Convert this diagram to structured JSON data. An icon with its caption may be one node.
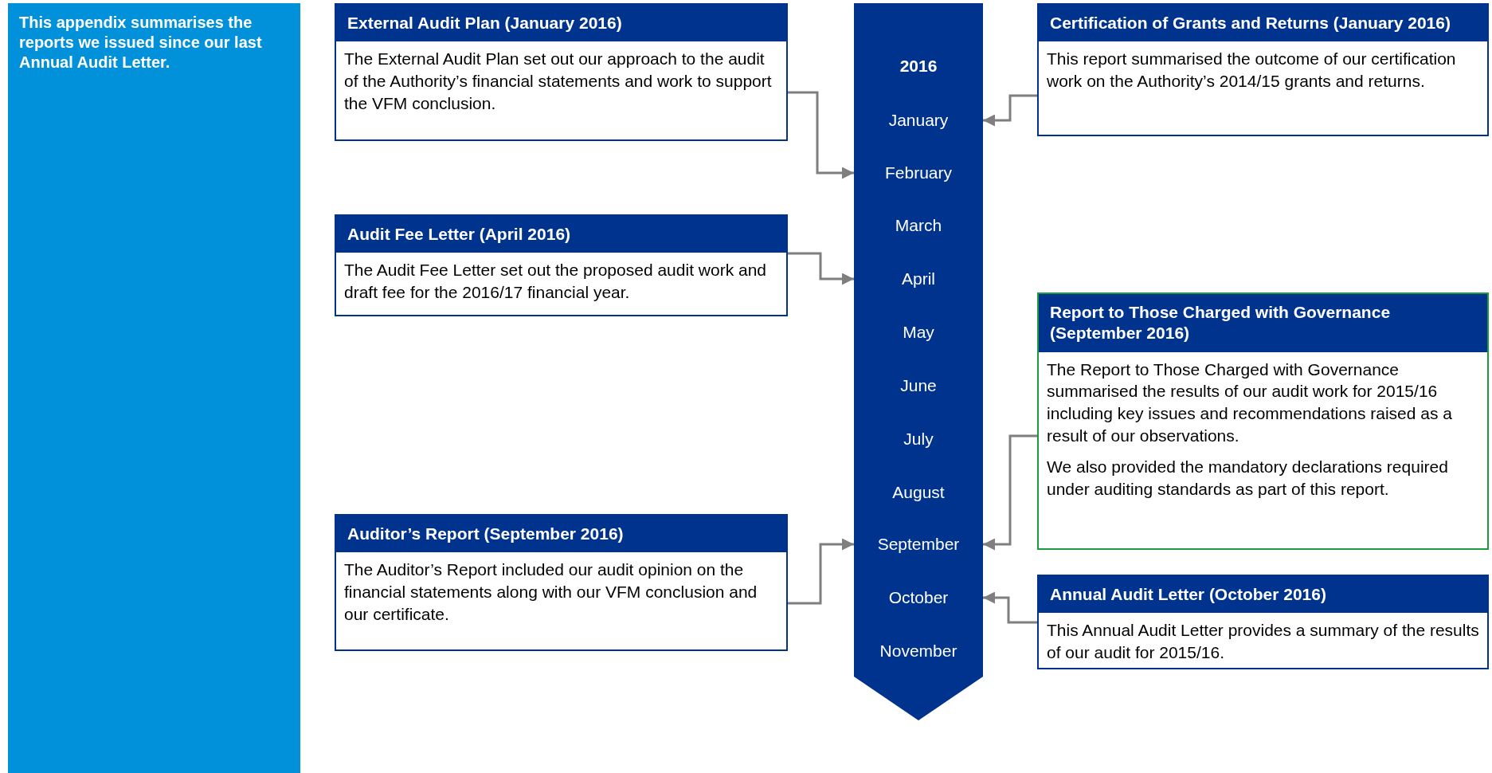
{
  "diagram": {
    "nodes": [
      {
        "text": [
          "This appendix summarises the reports we issued since our last Annual Audit Letter."
        ]
      },
      {
        "text": [
          "External Audit Plan (January 2016)",
          "The External Audit Plan set out our approach to the audit of the Authority’s financial statements and work to support the VFM conclusion."
        ]
      },
      {
        "text": [
          "Audit Fee Letter (April 2016)",
          "The Audit Fee Letter set out the proposed audit work and draft fee for the 2016/17 financial year."
        ]
      },
      {
        "text": [
          "Auditor’s Report (September 2016)",
          "The Auditor’s Report included our audit opinion on the financial statements along with our VFM conclusion and our certificate."
        ]
      },
      {
        "text": [
          "Certification of Grants and Returns (January 2016)",
          "This report summarised the outcome of our certification work on the Authority’s 2014/15 grants and returns."
        ]
      },
      {
        "text": [
          "Report to Those Charged with Governance (September 2016)",
          "The Report to Those Charged with Governance summarised the results of our audit work for 2015/16 including key issues and recommendations raised as a result of our observations.",
          "We also provided the mandatory declarations required under auditing standards as part of this report."
        ]
      },
      {
        "text": [
          "Annual Audit Letter (October 2016)",
          "This Annual Audit Letter provides a summary of the results of our audit for 2015/16."
        ]
      },
      {
        "text": [
          "2016"
        ]
      },
      {
        "text": [
          "January"
        ],
        "in": 7
      },
      {
        "text": [
          "February"
        ],
        "in": 7
      },
      {
        "text": [
          "March"
        ],
        "in": 7
      },
      {
        "text": [
          "April"
        ],
        "in": 7
      },
      {
        "text": [
          "May"
        ],
        "in": 7
      },
      {
        "text": [
          "June"
        ],
        "in": 7
      },
      {
        "text": [
          "July"
        ],
        "in": 7
      },
      {
        "text": [
          "August"
        ],
        "in": 7
      },
      {
        "text": [
          "September"
        ],
        "in": 7
      },
      {
        "text": [
          "October"
        ],
        "in": 7
      },
      {
        "text": [
          "November"
        ],
        "in": 7
      }
    ],
    "edges": [
      {
        "from": 1,
        "to": 9,
        "arrow": "to"
      },
      {
        "from": 2,
        "to": 11,
        "arrow": "to"
      },
      {
        "from": 3,
        "to": 16,
        "arrow": "to"
      },
      {
        "from": 4,
        "to": 8,
        "arrow": "to"
      },
      {
        "from": 5,
        "to": 16,
        "arrow": "to"
      },
      {
        "from": 6,
        "to": 17,
        "arrow": "to"
      }
    ]
  }
}
